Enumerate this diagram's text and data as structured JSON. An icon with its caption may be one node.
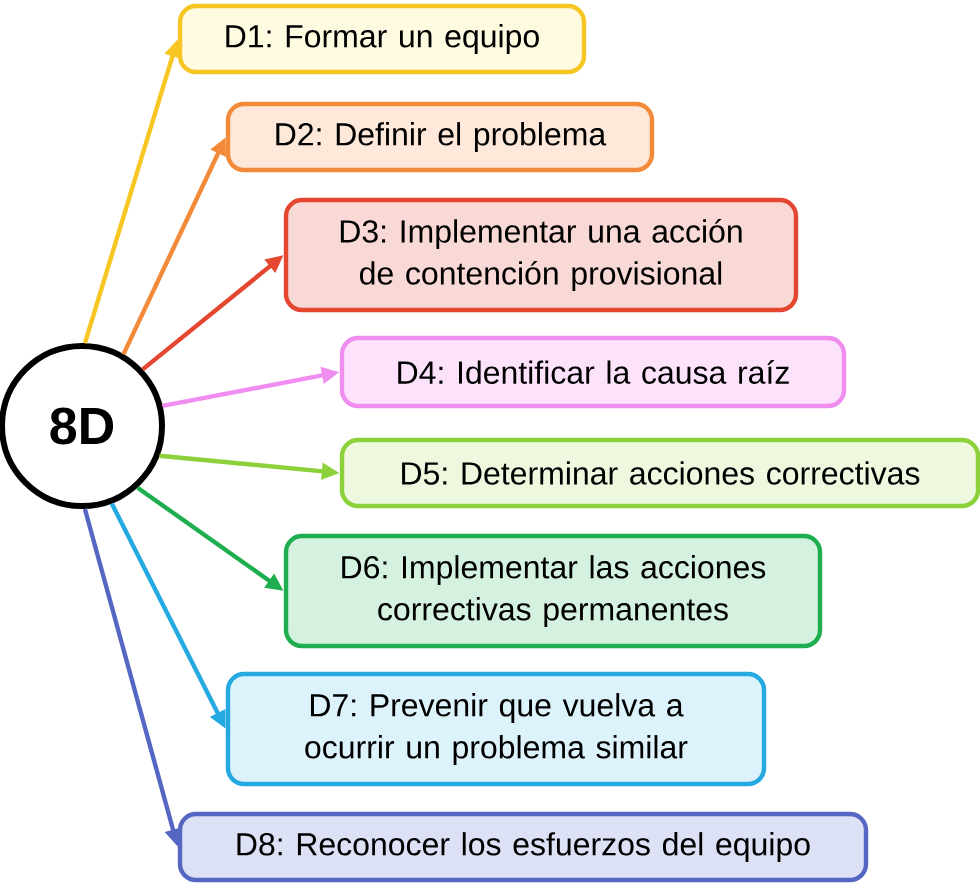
{
  "diagram": {
    "nodes": [
      {
        "text": [
          "8D"
        ]
      },
      {
        "text": [
          "D1: Formar un equipo"
        ]
      },
      {
        "text": [
          "D2: Definir el problema"
        ]
      },
      {
        "text": [
          "D3: Implementar una acción de contención provisional"
        ]
      },
      {
        "text": [
          "D4: Identificar la causa raíz"
        ]
      },
      {
        "text": [
          "D5: Determinar acciones correctivas"
        ]
      },
      {
        "text": [
          "D6: Implementar las acciones correctivas permanentes"
        ]
      },
      {
        "text": [
          "D7: Prevenir que vuelva a ocurrir un problema similar"
        ]
      },
      {
        "text": [
          "D8: Reconocer los esfuerzos del equipo"
        ]
      }
    ],
    "edges": [
      {
        "from": 0,
        "to": 1,
        "arrow": "to",
        "color": "#f7c623"
      },
      {
        "from": 0,
        "to": 2,
        "arrow": "to",
        "color": "#f28a3a"
      },
      {
        "from": 0,
        "to": 3,
        "arrow": "to",
        "color": "#e4462f"
      },
      {
        "from": 0,
        "to": 4,
        "arrow": "to",
        "color": "#f08ef0"
      },
      {
        "from": 0,
        "to": 5,
        "arrow": "to",
        "color": "#8cd13a"
      },
      {
        "from": 0,
        "to": 6,
        "arrow": "to",
        "color": "#1fae4f"
      },
      {
        "from": 0,
        "to": 7,
        "arrow": "to",
        "color": "#25a9e1"
      },
      {
        "from": 0,
        "to": 8,
        "arrow": "to",
        "color": "#5566c3"
      }
    ]
  }
}
